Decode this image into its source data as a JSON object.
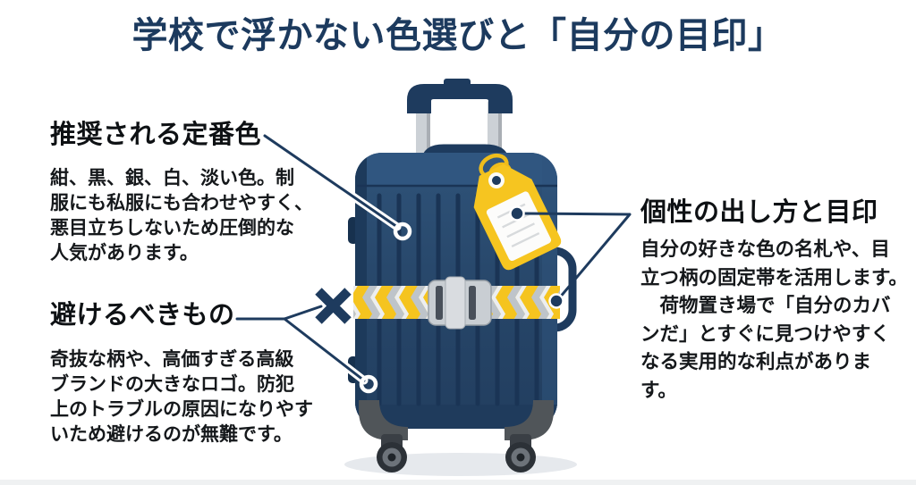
{
  "title": "学校で浮かない色選びと「自分の目印」",
  "annotations": {
    "recommended": {
      "heading": "推奨される定番色",
      "body": "紺、黒、銀、白、淡い色。制\n服にも私服にも合わせやすく、\n悪目立ちしないため圧倒的な\n人気があります。"
    },
    "avoid": {
      "heading": "避けるべきもの",
      "body": "奇抜な柄や、高価すぎる高級\nブランドの大きなロゴ。防犯\n上のトラブルの原因になりやす\nいため避けるのが無難です。"
    },
    "individuality": {
      "heading": "個性の出し方と目印",
      "body": "自分の好きな色の名札や、目\n立つ柄の固定帯を活用します。\n　荷物置き場で「自分のカバ\nンだ」とすぐに見つけやすく\nなる実用的な利点がありま\nす。"
    }
  },
  "illustration": {
    "name": "navy-suitcase-with-luggage-tag-and-belt",
    "elements": [
      "suitcase",
      "telescopic-handle",
      "carry-handle",
      "side-handle",
      "yellow-luggage-tag",
      "chevron-luggage-belt",
      "belt-buckle",
      "spinner-wheels",
      "x-mark",
      "callout-lines"
    ]
  },
  "colors": {
    "title_navy": "#1c3a5e",
    "suitcase_navy": "#274669",
    "line_navy": "#1e3b5e",
    "accent_yellow": "#f5c41f",
    "silver": "#c9ced3",
    "shadow_gray": "#e6e9ed"
  }
}
